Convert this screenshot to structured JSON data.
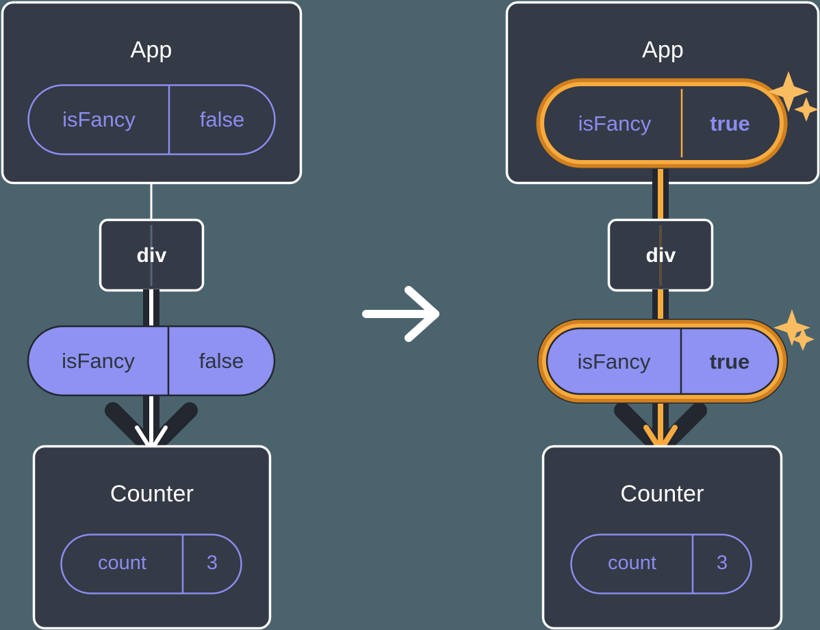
{
  "diagram": {
    "title_semantics": "react-state-propagation-before-after",
    "background_color": "#4b636d",
    "transition_arrow": "arrow-right-icon",
    "panels": [
      {
        "id": "before",
        "highlighted": false,
        "root": {
          "name": "App",
          "prop": {
            "key": "isFancy",
            "value": "false",
            "style": "outlined",
            "highlighted": false
          }
        },
        "middle": {
          "name": "div"
        },
        "edge_prop": {
          "key": "isFancy",
          "value": "false",
          "style": "filled",
          "highlighted": false
        },
        "leaf": {
          "name": "Counter",
          "prop": {
            "key": "count",
            "value": "3",
            "style": "outlined",
            "highlighted": false
          }
        }
      },
      {
        "id": "after",
        "highlighted": true,
        "root": {
          "name": "App",
          "prop": {
            "key": "isFancy",
            "value": "true",
            "style": "outlined",
            "highlighted": true
          }
        },
        "middle": {
          "name": "div"
        },
        "edge_prop": {
          "key": "isFancy",
          "value": "true",
          "style": "filled",
          "highlighted": true
        },
        "leaf": {
          "name": "Counter",
          "prop": {
            "key": "count",
            "value": "3",
            "style": "outlined",
            "highlighted": false
          }
        },
        "sparkles": [
          "sparkle-icon",
          "sparkle-icon",
          "sparkle-icon",
          "sparkle-icon"
        ]
      }
    ],
    "colors": {
      "background": "#4b636d",
      "box_fill": "#343a46",
      "box_stroke": "#ffffff",
      "pill_outline_stroke": "#8c8cf0",
      "pill_filled_fill": "#8f92f2",
      "pill_filled_stroke": "#23272f",
      "highlight_orange_dark": "#d0801f",
      "highlight_orange_light": "#f7ab3e",
      "flow_dark": "#23272f",
      "flow_white": "#ffffff",
      "text_light": "#ffffff",
      "text_dark": "#2c3440"
    }
  }
}
